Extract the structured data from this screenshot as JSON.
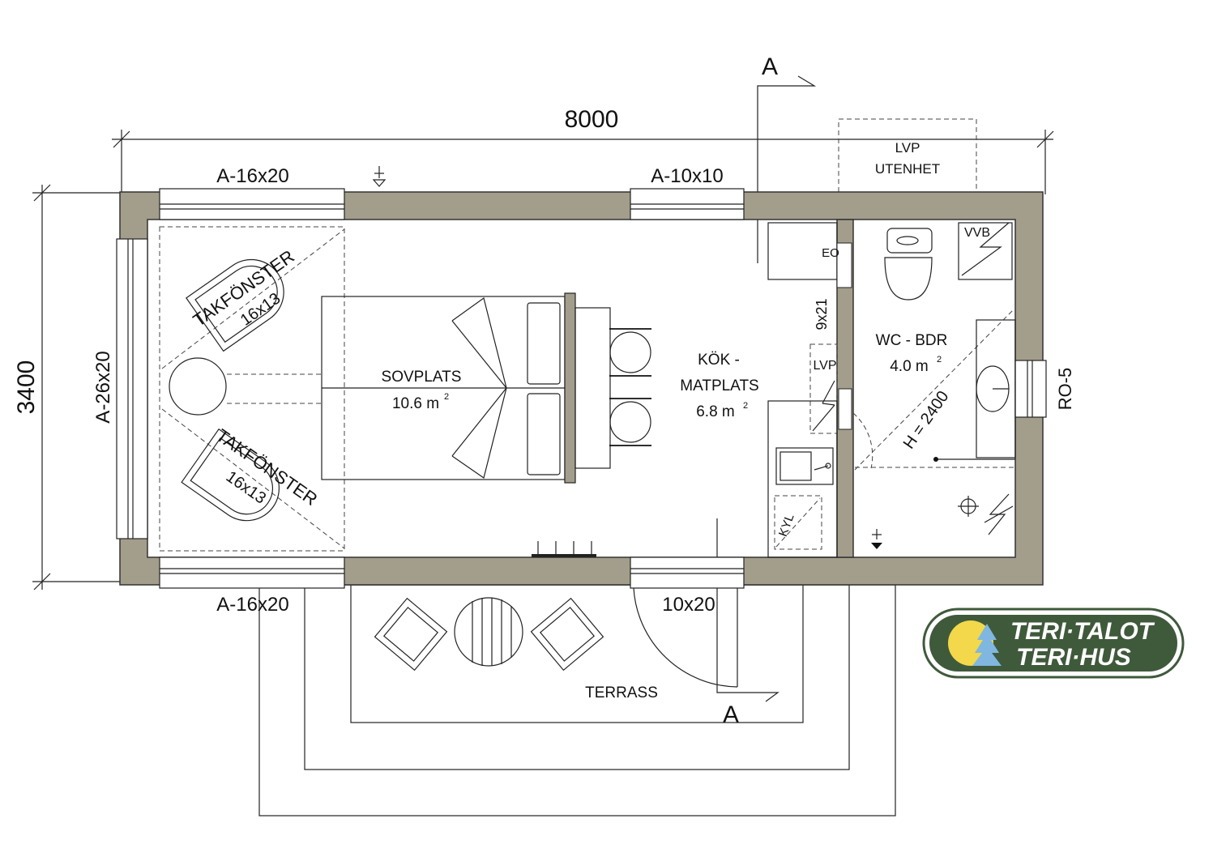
{
  "dimensions": {
    "width": "8000",
    "height": "3400"
  },
  "section_marker": {
    "letter_top": "A",
    "letter_bottom": "A"
  },
  "windows": {
    "top_left": "A-16x20",
    "top_mid": "A-10x10",
    "left": "A-26x20",
    "bottom_left": "A-16x20",
    "door_bottom": "10x20",
    "right_vent": "RO-5"
  },
  "outdoor_unit": {
    "line1": "LVP",
    "line2": "UTENHET"
  },
  "rooms": {
    "sleep": {
      "name": "SOVPLATS",
      "area": "10.6 m",
      "sup": "2"
    },
    "kitchen": {
      "name1": "KÖK -",
      "name2": "MATPLATS",
      "area": "6.8 m",
      "sup": "2"
    },
    "wc": {
      "name": "WC - BDR",
      "area": "4.0 m",
      "sup": "2"
    },
    "terrace": {
      "name": "TERRASS"
    }
  },
  "skylights": [
    {
      "name": "TAKFÖNSTER",
      "size": "16x13"
    },
    {
      "name": "TAKFÖNSTER",
      "size": "16x13"
    }
  ],
  "fixtures": {
    "eo": "EO",
    "vvb": "VVB",
    "lvp": "LVP",
    "door_interior": "9x21",
    "fridge": "KYL",
    "ceiling_height": "H = 2400"
  },
  "logo": {
    "line1": "TERI·TALOT",
    "line2": "TERI·HUS",
    "bg_color": "#3f5a3b",
    "sun_color": "#f2d84a",
    "tree_color": "#7fb7e0"
  }
}
